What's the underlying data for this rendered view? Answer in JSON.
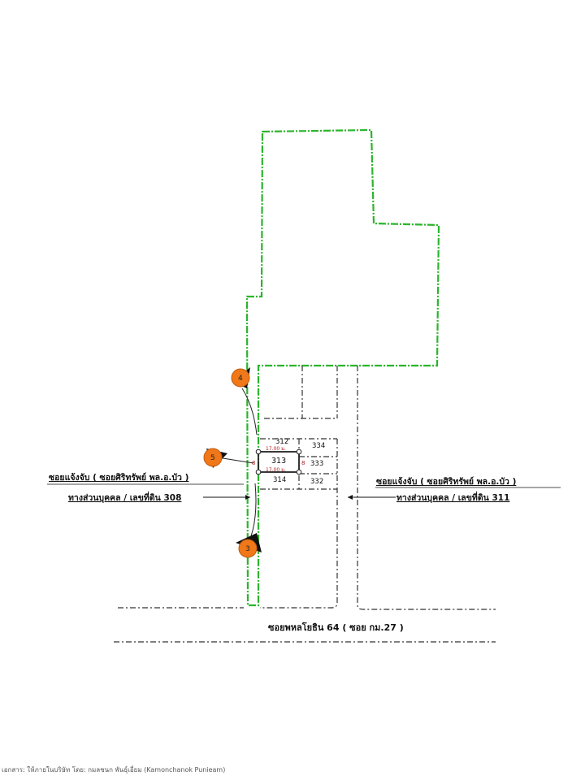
{
  "plot": {
    "center_lot": "313",
    "neighbors": {
      "top": "312",
      "bottom": "314",
      "right_top": "334",
      "right_mid": "333",
      "right_bottom": "332"
    },
    "dimension_top": "17.00 ม.",
    "dimension_bottom": "17.00 ม.",
    "side_dims": [
      "8",
      "8"
    ]
  },
  "markers": [
    {
      "id": "4"
    },
    {
      "id": "5"
    },
    {
      "id": "3"
    }
  ],
  "labels": {
    "left_road": "ซอยแจ้งจับ ( ซอยศิริทรัพย์ พล.อ.บัว )",
    "left_parcel": "ทางส่วนบุคคล / เลขที่ดิน 308",
    "right_road": "ซอยแจ้งจับ ( ซอยศิริทรัพย์ พล.อ.บัว )",
    "right_parcel": "ทางส่วนบุคคล / เลขที่ดิน 311",
    "bottom_road": "ซอยพหลโยธิน 64 ( ซอย กม.27 )"
  },
  "colors": {
    "boundary": "#2bb52b",
    "marker": "#f07818",
    "dimension": "#b02020",
    "lines": "#333333"
  },
  "footer": "เอกสาร: ให้ภายในบริษัท โดย: กมลชนก พันธุ์เอี่ยม (Kamonchanok Punieam)"
}
